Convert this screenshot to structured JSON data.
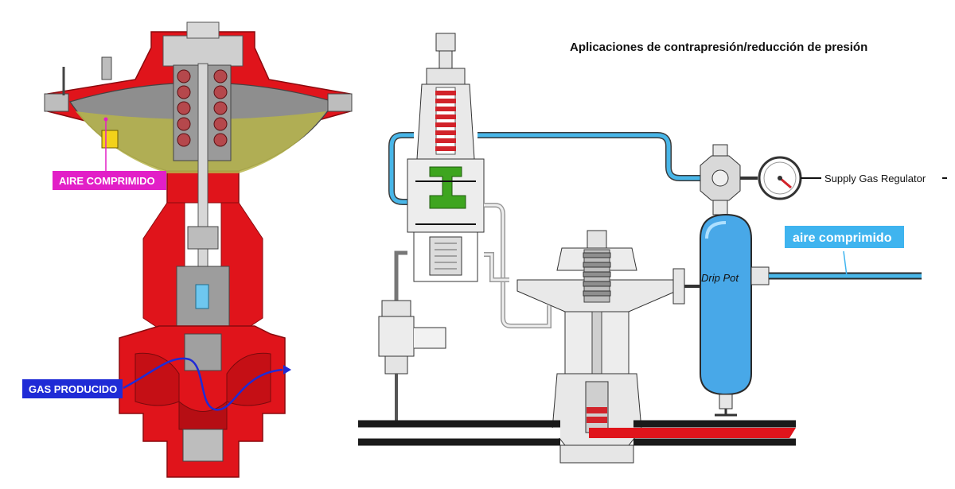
{
  "title": "Aplicaciones de contrapresión/reducción de presión",
  "labels": {
    "aire_comprimido_callout": "AIRE COMPRIMIDO",
    "gas_producido_callout": "GAS PRODUCIDO",
    "supply_gas_regulator": "Supply Gas Regulator",
    "drip_pot": "Drip Pot",
    "aire_comprimido_line": "aire comprimido"
  },
  "colors": {
    "valve_body_red": "#e0141b",
    "steel_gray": "#c8c8c8",
    "dark_gray": "#6a6a6a",
    "spring_red": "#d2232a",
    "supply_line_blue": "#48b6e8",
    "callout_magenta": "#e21fc7",
    "callout_blue": "#1f2bd6",
    "aire_label_blue": "#3fb4ef",
    "pilot_green": "#3ea51f",
    "oil_olive": "#b6b44a",
    "pipe_black": "#1a1a1a",
    "process_red": "#e0141b"
  }
}
